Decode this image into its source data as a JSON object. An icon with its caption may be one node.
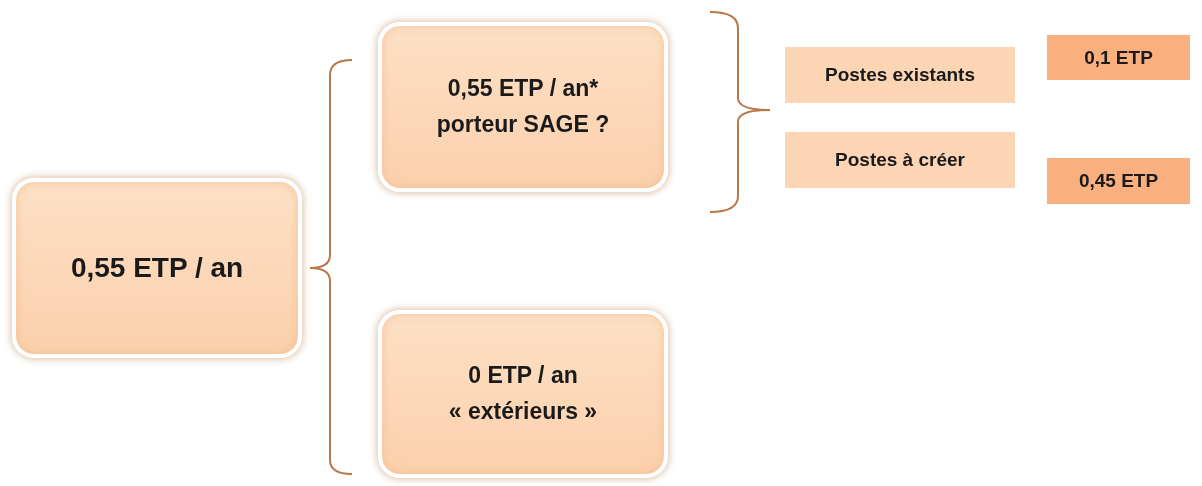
{
  "diagram": {
    "nodes": [
      {
        "text": [
          "0,55 ETP / an"
        ]
      },
      {
        "text": [
          "0,55 ETP / an* porteur SAGE ?"
        ]
      },
      {
        "text": [
          "0 ETP / an « extérieurs »"
        ]
      },
      {
        "text": [
          "Postes existants"
        ]
      },
      {
        "text": [
          "0,1 ETP"
        ]
      },
      {
        "text": [
          "Postes à créer"
        ]
      },
      {
        "text": [
          "0,45 ETP"
        ]
      }
    ]
  }
}
